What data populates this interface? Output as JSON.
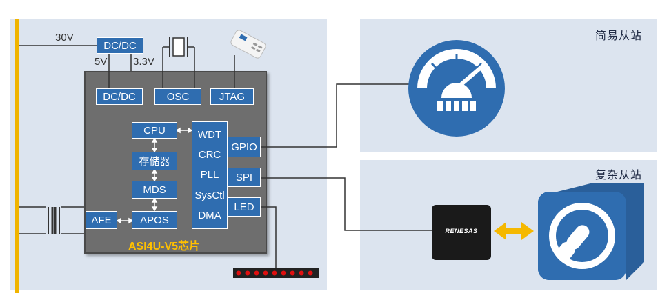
{
  "power": {
    "v30": "30V",
    "v5": "5V",
    "v33": "3.3V"
  },
  "blocks": {
    "dcdc_top": "DC/DC",
    "dcdc_inner": "DC/DC",
    "osc": "OSC",
    "jtag": "JTAG",
    "cpu": "CPU",
    "memory": "存储器",
    "mds": "MDS",
    "apos": "APOS",
    "afe": "AFE",
    "periph": [
      "WDT",
      "CRC",
      "PLL",
      "SysCtl",
      "DMA"
    ],
    "gpio": "GPIO",
    "spi": "SPI",
    "led": "LED"
  },
  "chip_name": "ASI4U-V5芯片",
  "panels": {
    "simple_slave": "简易从站",
    "complex_slave": "复杂从站"
  },
  "renesas_logo": "RENESAS",
  "colors": {
    "block": "#2f6db0",
    "chip": "#6e6e6e",
    "panel": "#dce4ef",
    "bus": "#f0b400",
    "accent": "#ffc000",
    "led_dot": "#e01010"
  }
}
